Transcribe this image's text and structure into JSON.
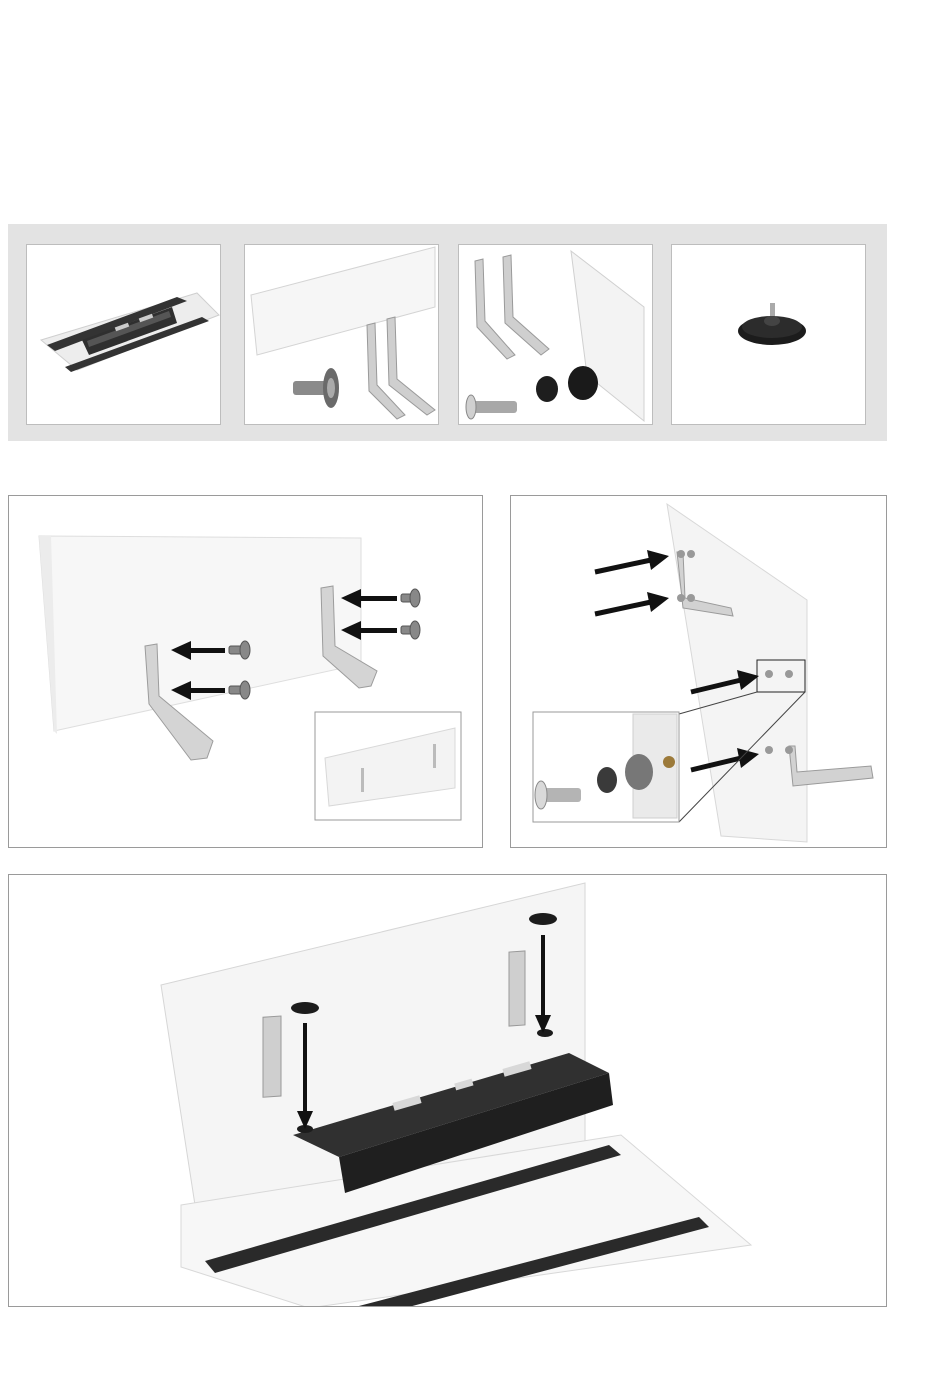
{
  "page": {
    "background": "#ffffff",
    "band_color": "#e3e3e3"
  },
  "parts_overview": [
    {
      "name": "frame-with-crossbars"
    },
    {
      "name": "modesty-panel-brackets-bolt"
    },
    {
      "name": "brackets-bolt-spacers-panel"
    },
    {
      "name": "leveling-knob"
    }
  ],
  "colors": {
    "frame": "#2f2f2f",
    "panel": "#f4f4f4",
    "bracket": "#c9c9c9",
    "arrow": "#111111",
    "border": "#9a9a9a"
  }
}
